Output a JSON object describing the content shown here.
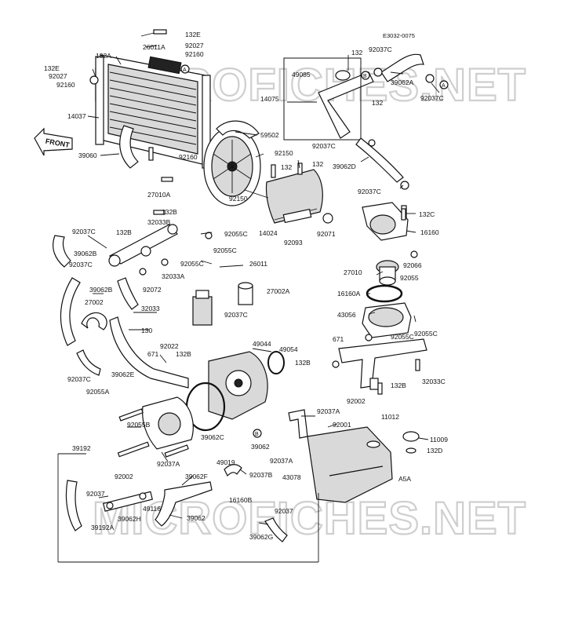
{
  "diagram": {
    "reference_code": "E3032-0075",
    "watermark_top": "MICROFICHES.NET",
    "watermark_bottom": "MICROFICHES.NET",
    "front_arrow": "FRONT",
    "circle_markers": [
      "A",
      "B",
      "A",
      "B"
    ],
    "part_labels": [
      "132E",
      "26011A",
      "92027",
      "132A",
      "92160",
      "132E",
      "92027",
      "92160",
      "14037",
      "39060",
      "92160",
      "27010A",
      "59502",
      "92150",
      "92150",
      "132",
      "132",
      "14024",
      "92093",
      "92071",
      "49085",
      "92037C",
      "132",
      "39062A",
      "92037C",
      "14075",
      "132",
      "92037C",
      "39062D",
      "92037C",
      "132C",
      "16160",
      "92066",
      "132B",
      "32033B",
      "92037C",
      "132B",
      "92055C",
      "39062B",
      "92055C",
      "92037C",
      "92055C",
      "26011",
      "32033A",
      "39062B",
      "92072",
      "27002",
      "27002A",
      "92037C",
      "32033",
      "130",
      "92022",
      "671",
      "132B",
      "39062E",
      "92037C",
      "92055A",
      "49044",
      "49054",
      "27010",
      "92055",
      "16160A",
      "43056",
      "92055C",
      "671",
      "92055C",
      "132B",
      "132B",
      "32033C",
      "92002",
      "92055B",
      "39062C",
      "92037A",
      "92001",
      "11012",
      "11009",
      "132D",
      "92002",
      "92037A",
      "39062",
      "92037A",
      "43078",
      "A5A",
      "39192",
      "92037",
      "39062F",
      "49116",
      "39062H",
      "39192A",
      "39062",
      "49019",
      "92037B",
      "16160B",
      "92037",
      "39062G"
    ]
  }
}
